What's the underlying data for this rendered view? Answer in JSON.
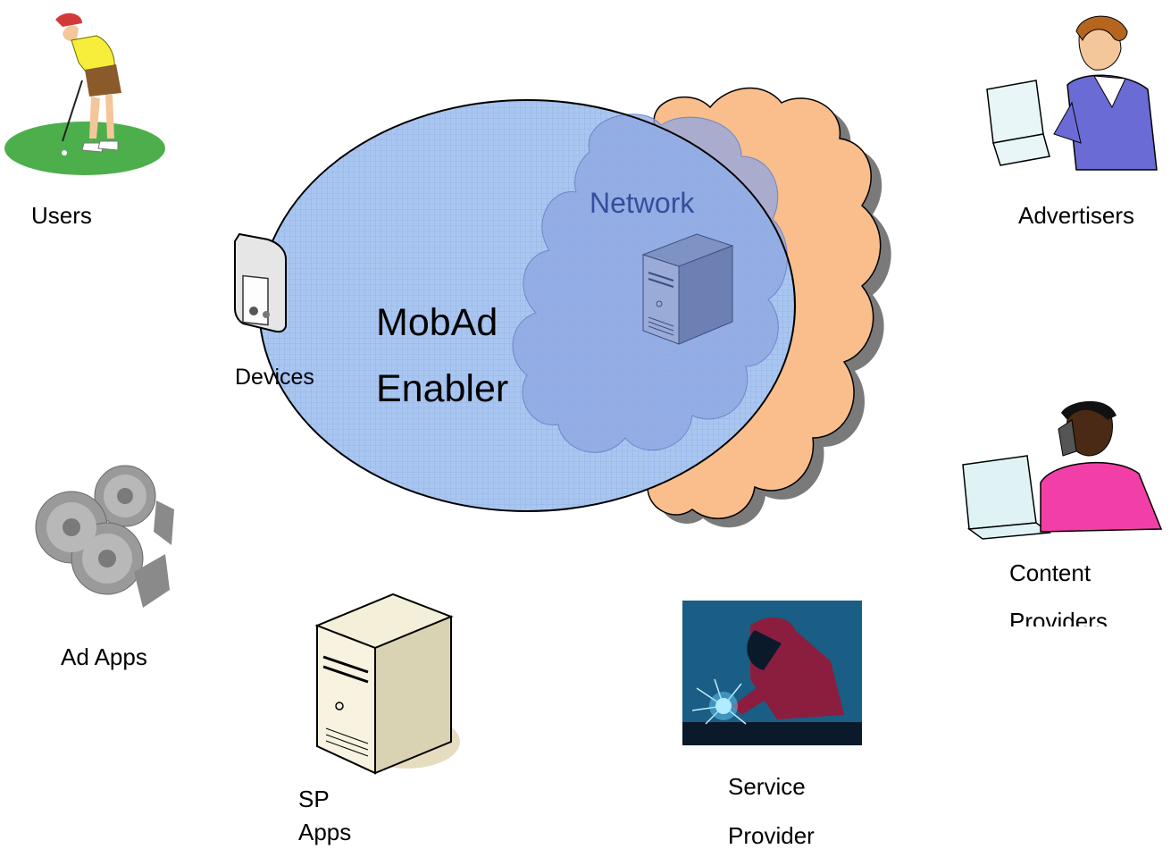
{
  "labels": {
    "users": "Users",
    "advertisers": "Advertisers",
    "devices": "Devices",
    "network": "Network",
    "enabler_line1": "MobAd",
    "enabler_line2": "Enabler",
    "ad_apps": "Ad Apps",
    "sp_apps_line1": "SP",
    "sp_apps_line2": "Apps",
    "content_line1": "Content",
    "content_line2": "Providers",
    "service_line1": "Service",
    "service_line2": "Provider"
  },
  "colors": {
    "ellipse_fill": "#a9c6f0",
    "cloud_fill": "#f9be8c",
    "inner_cloud_fill": "#8ea6e2",
    "network_text": "#344e9c"
  }
}
